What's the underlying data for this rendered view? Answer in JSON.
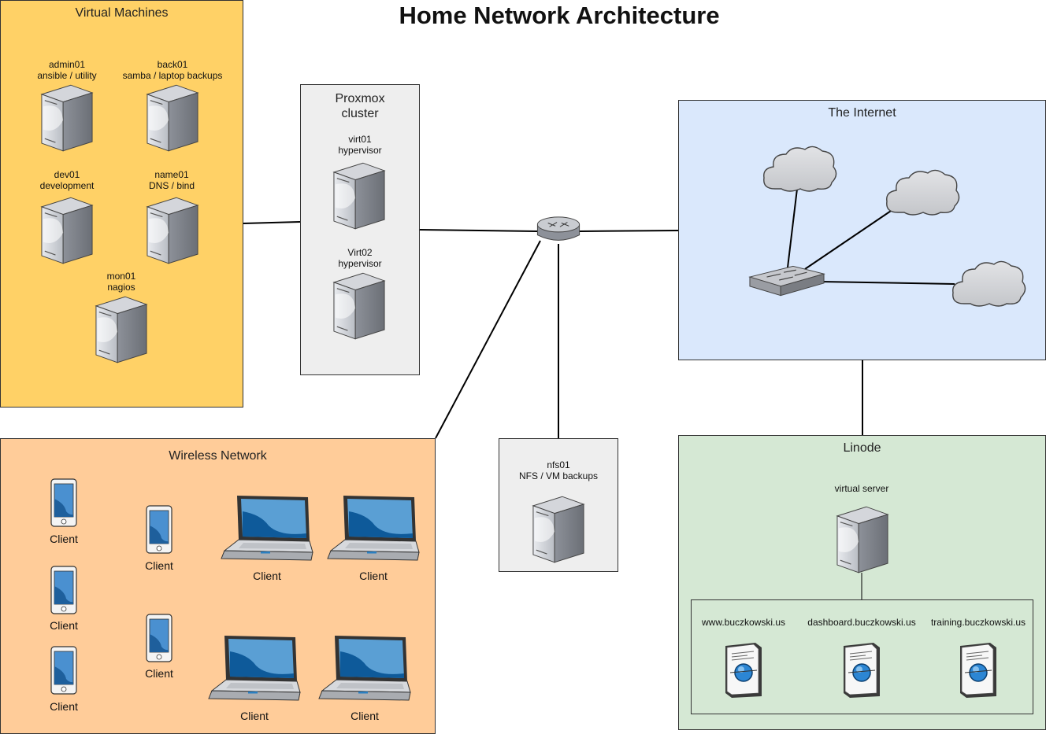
{
  "title": "Home Network Architecture",
  "virtual_machines": {
    "label": "Virtual Machines",
    "servers": [
      {
        "name": "admin01",
        "role": "ansible / utility"
      },
      {
        "name": "back01",
        "role": "samba / laptop backups"
      },
      {
        "name": "dev01",
        "role": "development"
      },
      {
        "name": "name01",
        "role": "DNS / bind"
      },
      {
        "name": "mon01",
        "role": "nagios"
      }
    ]
  },
  "proxmox": {
    "label": "Proxmox cluster",
    "nodes": [
      {
        "name": "virt01",
        "role": "hypervisor"
      },
      {
        "name": "Virt02",
        "role": "hypervisor"
      }
    ]
  },
  "internet": {
    "label": "The Internet"
  },
  "nfs": {
    "name": "nfs01",
    "role": "NFS / VM backups"
  },
  "linode": {
    "label": "Linode",
    "server_label": "virtual server",
    "sites": [
      "www.buczkowski.us",
      "dashboard.buczkowski.us",
      "training.buczkowski.us"
    ]
  },
  "wireless": {
    "label": "Wireless Network",
    "clients": [
      "Client",
      "Client",
      "Client",
      "Client",
      "Client",
      "Client",
      "Client",
      "Client",
      "Client"
    ]
  },
  "colors": {
    "vm_group": "#FFD166",
    "proxmox_group": "#EEEEEE",
    "internet_group": "#DAE8FC",
    "wireless_group": "#FFCC99",
    "linode_group": "#D5E8D4",
    "device_blue": "#1E6FB0"
  },
  "icons": [
    "server-icon",
    "router-icon",
    "switch-icon",
    "cloud-icon",
    "tablet-icon",
    "laptop-icon",
    "web-page-icon"
  ]
}
